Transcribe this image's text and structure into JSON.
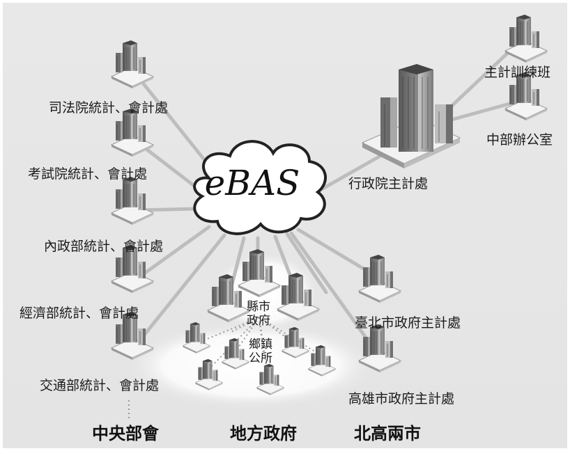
{
  "center": {
    "label": "eBAS"
  },
  "executive": {
    "main": "行政院主計處",
    "training": "主計訓練班",
    "central_office": "中部辦公室"
  },
  "left_offices": [
    "司法院統計、會計處",
    "考試院統計、會計處",
    "內政部統計、會計處",
    "經濟部統計、會計處",
    "交通部統計、會計處"
  ],
  "local": {
    "county": "縣市\n政府",
    "township": "鄉鎮\n公所"
  },
  "cities": {
    "taipei": "臺北市政府主計處",
    "kaohsiung": "高雄市政府主計處"
  },
  "categories": {
    "central": "中央部會",
    "local": "地方政府",
    "cities": "北高兩市"
  }
}
